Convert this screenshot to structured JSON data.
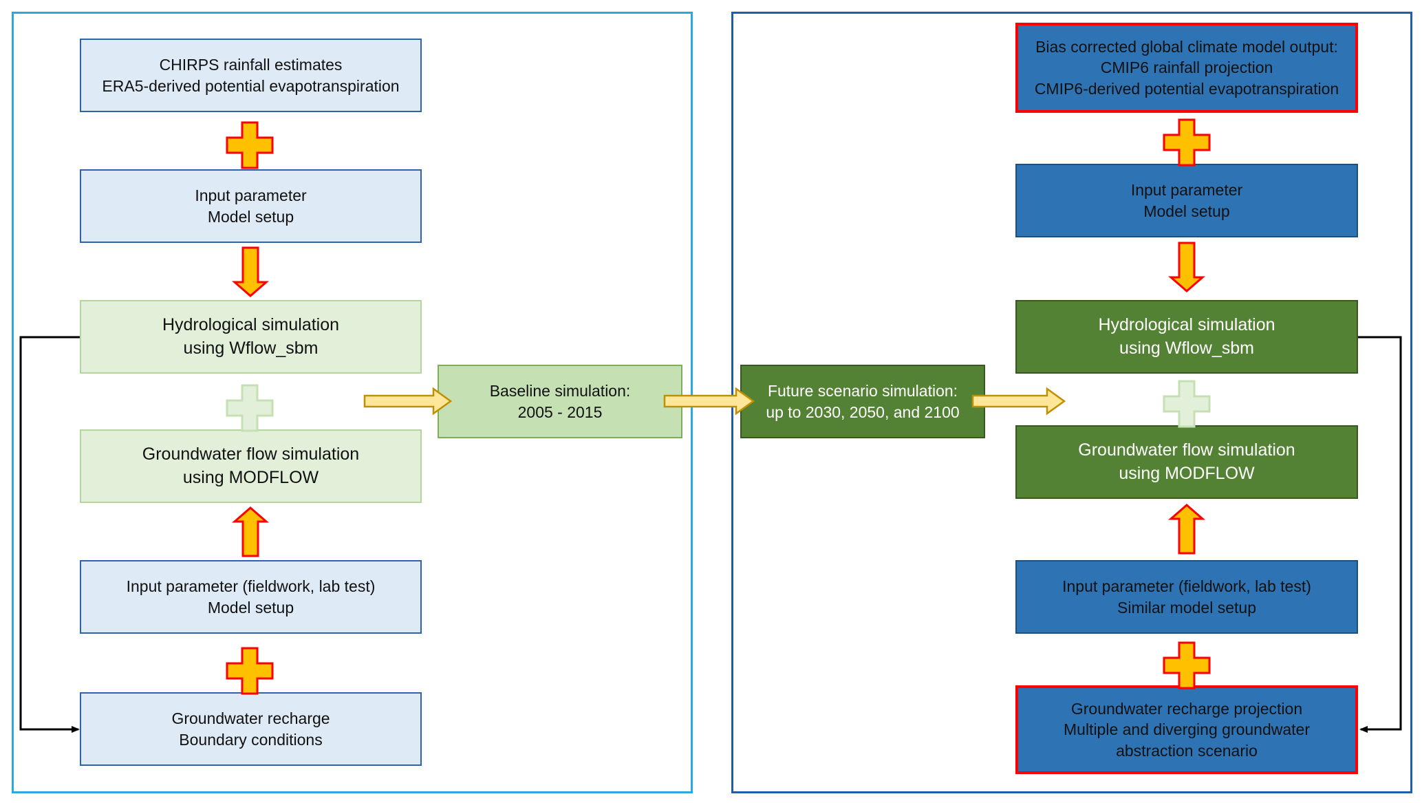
{
  "left": {
    "rainfall_box": [
      "CHIRPS rainfall estimates",
      "ERA5-derived potential evapotranspiration"
    ],
    "input_param_box": [
      "Input parameter",
      "Model setup"
    ],
    "hydro_box": [
      "Hydrological simulation",
      "using Wflow_sbm"
    ],
    "gw_flow_box": [
      "Groundwater flow simulation",
      "using MODFLOW"
    ],
    "field_input_box": [
      "Input parameter (fieldwork, lab test)",
      "Model setup"
    ],
    "recharge_box": [
      "Groundwater recharge",
      "Boundary conditions"
    ]
  },
  "baseline_box": [
    "Baseline simulation:",
    "2005 - 2015"
  ],
  "future_box": [
    "Future scenario simulation:",
    "up to 2030, 2050, and 2100"
  ],
  "right": {
    "climate_box": [
      "Bias corrected global climate model output:",
      "CMIP6 rainfall projection",
      "CMIP6-derived potential evapotranspiration"
    ],
    "input_param_box": [
      "Input parameter",
      "Model setup"
    ],
    "hydro_box": [
      "Hydrological simulation",
      "using Wflow_sbm"
    ],
    "gw_flow_box": [
      "Groundwater flow simulation",
      "using MODFLOW"
    ],
    "field_input_box": [
      "Input parameter (fieldwork, lab test)",
      "Similar model setup"
    ],
    "recharge_box": [
      "Groundwater recharge projection",
      "Multiple and diverging groundwater",
      "abstraction scenario"
    ]
  },
  "colors": {
    "left_panel_border": "#2ea7e0",
    "right_panel_border": "#1f5fa8",
    "arrow_fill": "#ffc000",
    "arrow_outline": "#ff0000",
    "pale_plus": "#e2efd9",
    "highlight_border": "#ff0000"
  }
}
